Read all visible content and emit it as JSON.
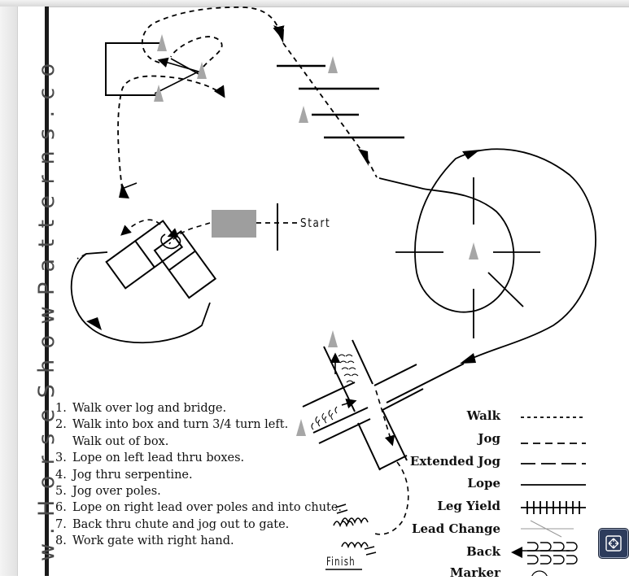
{
  "watermark": "w.HorseShowPatterns.co",
  "start_label": "Start",
  "finish_label": "Finish",
  "instructions": [
    {
      "num": "1.",
      "text": "Walk over log and bridge."
    },
    {
      "num": "2.",
      "text": "Walk into box and turn 3/4 turn left.",
      "cont": "Walk out of box."
    },
    {
      "num": "3.",
      "text": "Lope on left lead thru boxes."
    },
    {
      "num": "4.",
      "text": "Jog thru serpentine."
    },
    {
      "num": "5.",
      "text": "Jog over poles."
    },
    {
      "num": "6.",
      "text": "Lope on right lead over poles and into chute."
    },
    {
      "num": "7.",
      "text": "Back thru chute and jog out to gate."
    },
    {
      "num": "8.",
      "text": "Work gate with right hand."
    }
  ],
  "legend": [
    "Walk",
    "Jog",
    "Extended Jog",
    "Lope",
    "Leg Yield",
    "Lead Change",
    "Back",
    "Marker"
  ],
  "icons": {
    "fullscreen": "expand-arrows-icon",
    "cone": "cone-marker-icon"
  },
  "colors": {
    "line": "#000000",
    "cone": "#a6a6a6",
    "gate_block": "#9e9e9e",
    "button": "#2d3c5c"
  }
}
